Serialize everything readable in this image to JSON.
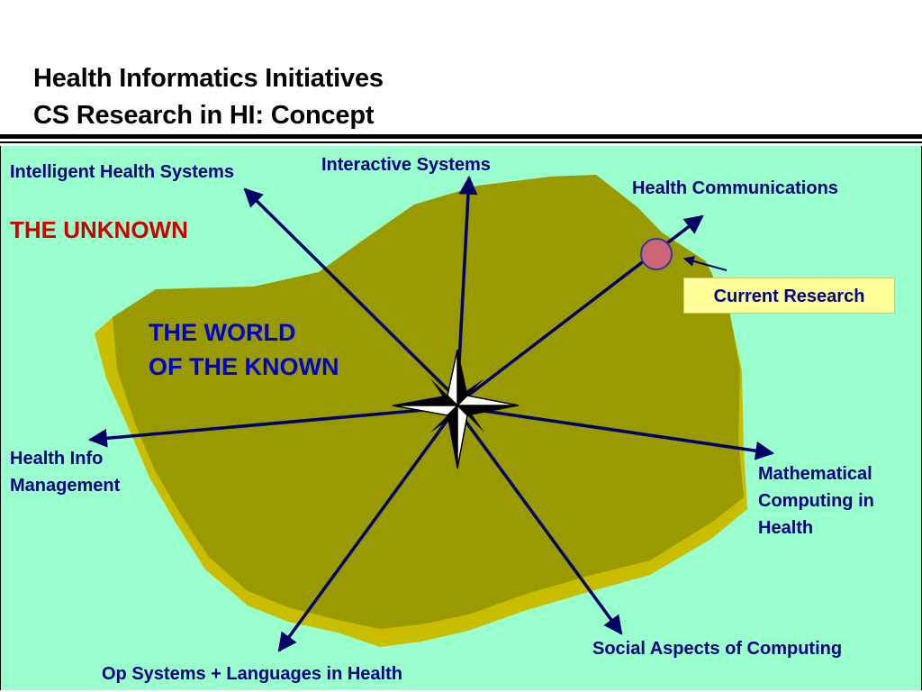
{
  "header": {
    "title_line1": "Health Informatics Initiatives",
    "title_line2": "CS Research in HI: Concept"
  },
  "labels": {
    "intelligent": "Intelligent Health Systems",
    "interactive": "Interactive Systems",
    "communications": "Health Communications",
    "info_mgmt_line1": "Health Info",
    "info_mgmt_line2": "Management",
    "math_line1": "Mathematical",
    "math_line2": "Computing in",
    "math_line3": "Health",
    "social": "Social Aspects of Computing",
    "opsys": "Op Systems + Languages in Health"
  },
  "regions": {
    "unknown": "THE UNKNOWN",
    "known_line1": "THE WORLD",
    "known_line2": "OF THE KNOWN"
  },
  "callout": {
    "current_research": "Current Research"
  },
  "colors": {
    "background": "#99ffcc",
    "land_top": "#999900",
    "land_edge": "#c9bd00",
    "label_text": "#000080",
    "unknown_text": "#cc0000",
    "world_text": "#0000cc",
    "callout_fill": "#ffff99",
    "research_dot": "#cc6677"
  },
  "icons": {
    "center": "compass-rose-icon",
    "marker": "research-marker-icon"
  }
}
